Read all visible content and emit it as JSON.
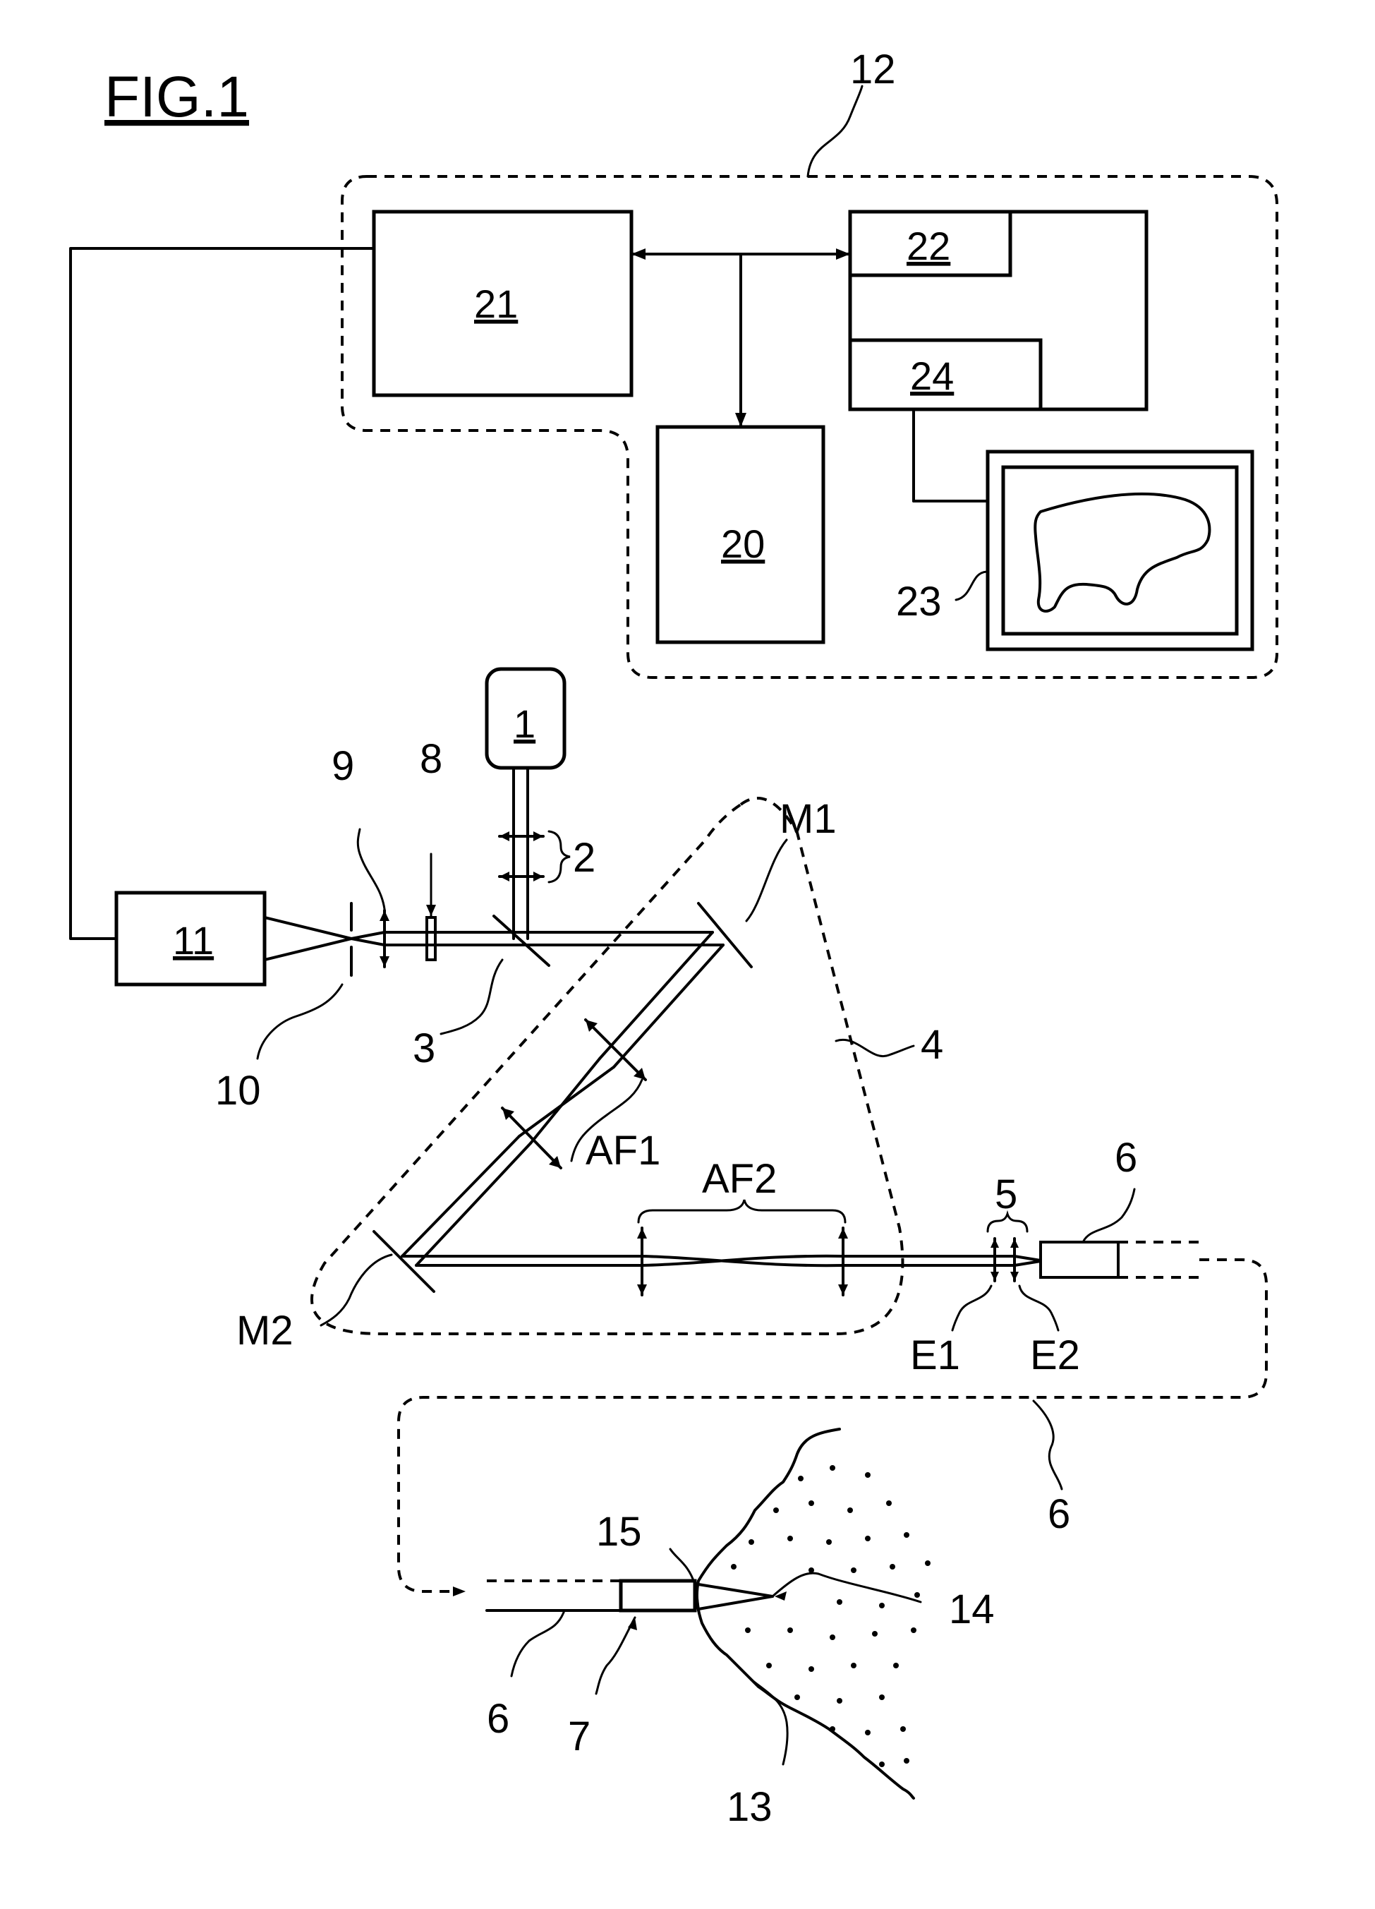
{
  "figure": {
    "title": "FIG.1",
    "labels": {
      "system_12": "12",
      "block_21": "21",
      "block_22": "22",
      "block_24": "24",
      "block_20": "20",
      "monitor_23": "23",
      "source_1": "1",
      "lenses_2": "2",
      "splitter_3": "3",
      "scanner_4": "4",
      "lens_5": "5",
      "fiber_6a": "6",
      "fiber_6b": "6",
      "fiber_6c": "6",
      "probe_7": "7",
      "filter_8": "8",
      "lens_9": "9",
      "pinhole_10": "10",
      "detector_11": "11",
      "tissue_13": "13",
      "focus_14": "14",
      "tip_15": "15",
      "mirror_m1": "M1",
      "mirror_m2": "M2",
      "afocal_af1": "AF1",
      "afocal_af2": "AF2",
      "lens_e1": "E1",
      "lens_e2": "E2"
    }
  }
}
